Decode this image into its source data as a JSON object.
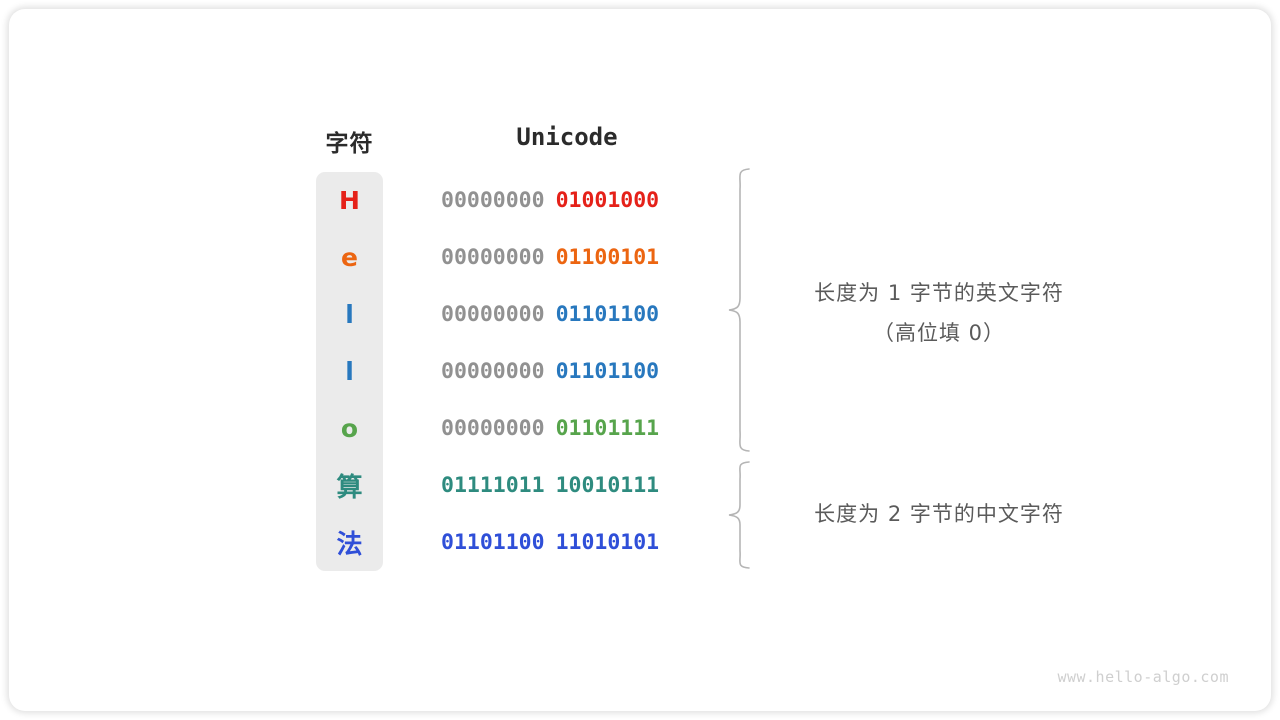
{
  "headers": {
    "char": "字符",
    "code": "Unicode"
  },
  "rows": [
    {
      "char": "H",
      "color": "#E52119",
      "high_byte": "00000000",
      "low_byte": "01001000",
      "high_gray": true
    },
    {
      "char": "e",
      "color": "#EC6511",
      "high_byte": "00000000",
      "low_byte": "01100101",
      "high_gray": true
    },
    {
      "char": "l",
      "color": "#2878BE",
      "high_byte": "00000000",
      "low_byte": "01101100",
      "high_gray": true
    },
    {
      "char": "l",
      "color": "#2878BE",
      "high_byte": "00000000",
      "low_byte": "01101100",
      "high_gray": true
    },
    {
      "char": "o",
      "color": "#57A44C",
      "high_byte": "00000000",
      "low_byte": "01101111",
      "high_gray": true
    },
    {
      "char": "算",
      "color": "#2E8B7F",
      "high_byte": "01111011",
      "low_byte": "10010111",
      "high_gray": false
    },
    {
      "char": "法",
      "color": "#2F4FD8",
      "high_byte": "01101100",
      "low_byte": "11010101",
      "high_gray": false
    }
  ],
  "annotations": [
    {
      "line1": "长度为 1 字节的英文字符",
      "line2": "（高位填 0）"
    },
    {
      "line1": "长度为 2 字节的中文字符",
      "line2": ""
    }
  ],
  "watermark": "www.hello-algo.com",
  "colors": {
    "pill_background": "#ebebeb",
    "gray_byte": "#919191",
    "brace": "#b5b5b5",
    "note_text": "#5a5a5a",
    "header_text": "#2b2b2b",
    "watermark": "#cfcfcf"
  }
}
